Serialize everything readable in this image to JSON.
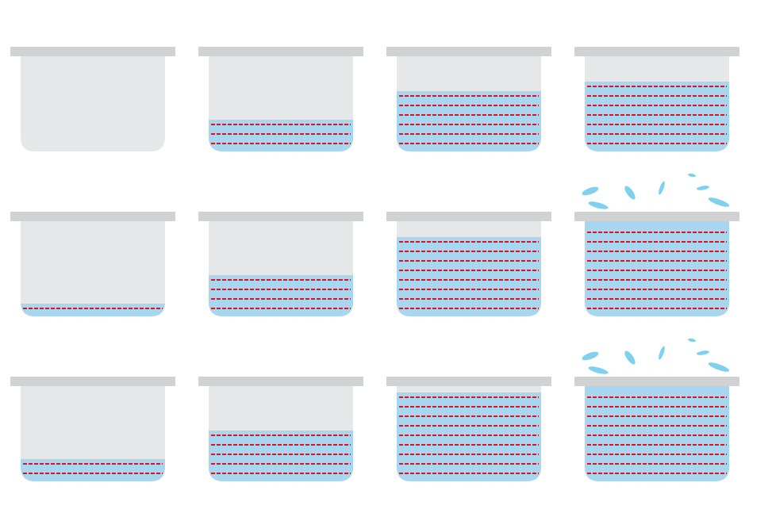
{
  "colors": {
    "background": "#ffffff",
    "container_body": "#e6e7e8",
    "container_rim": "#d1d2d4",
    "liquid": "#a9d6ef",
    "layer_line": "#e0101e",
    "splash": "#7fd0ec"
  },
  "containers": [
    {
      "row": 1,
      "col": 1,
      "layers": 0,
      "overflow": false
    },
    {
      "row": 1,
      "col": 2,
      "layers": 3,
      "overflow": false
    },
    {
      "row": 1,
      "col": 3,
      "layers": 6,
      "overflow": false
    },
    {
      "row": 1,
      "col": 4,
      "layers": 7,
      "overflow": false
    },
    {
      "row": 2,
      "col": 1,
      "layers": 1,
      "overflow": false
    },
    {
      "row": 2,
      "col": 2,
      "layers": 4,
      "overflow": false
    },
    {
      "row": 2,
      "col": 3,
      "layers": 8,
      "overflow": false
    },
    {
      "row": 2,
      "col": 4,
      "layers": 9,
      "overflow": true
    },
    {
      "row": 3,
      "col": 1,
      "layers": 2,
      "overflow": false
    },
    {
      "row": 3,
      "col": 2,
      "layers": 5,
      "overflow": false
    },
    {
      "row": 3,
      "col": 3,
      "layers": 9,
      "overflow": false
    },
    {
      "row": 3,
      "col": 4,
      "layers": 9,
      "overflow": true
    }
  ]
}
